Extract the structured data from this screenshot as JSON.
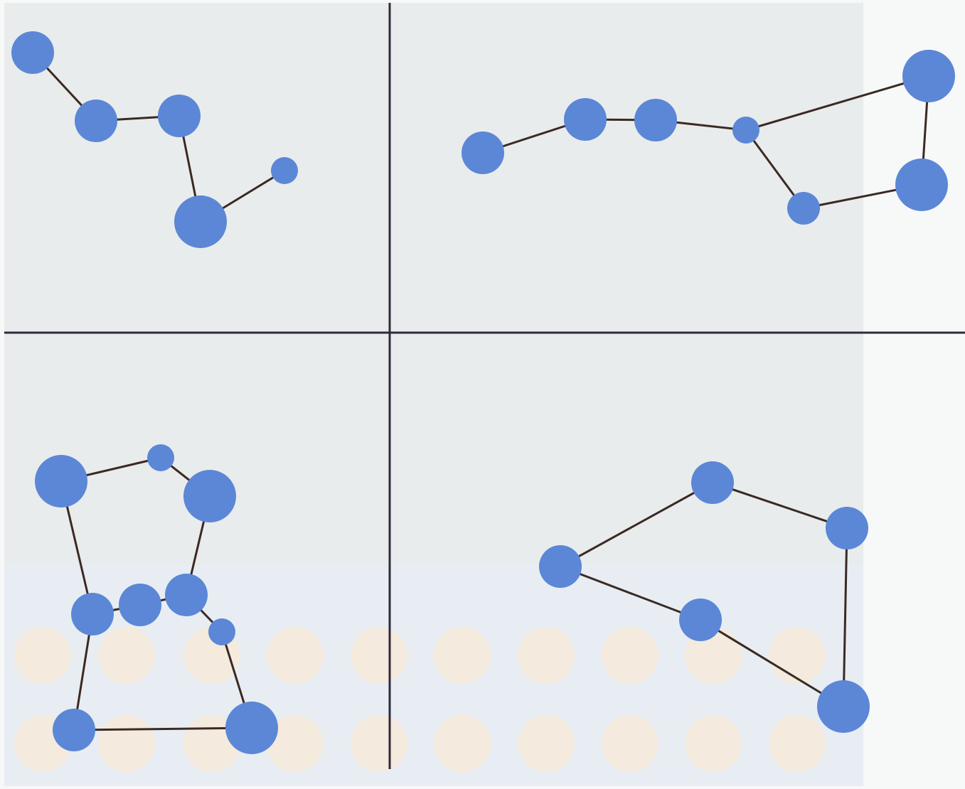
{
  "colors": {
    "paper": "#f7f8f8",
    "panel_tint": "#e9ecec",
    "blue_zone": "#e7edf2",
    "star": "#5b87d6",
    "line": "#3a2a24",
    "divider": "#2f2a3a",
    "dot": "#f6e9d9"
  },
  "constellations": [
    {
      "stars": [
        {
          "id": "s1",
          "size": "large"
        },
        {
          "id": "s2",
          "size": "large"
        },
        {
          "id": "s3",
          "size": "large"
        },
        {
          "id": "s4",
          "size": "xlarge"
        },
        {
          "id": "s5",
          "size": "small"
        }
      ],
      "links": [
        [
          "s1",
          "s2"
        ],
        [
          "s2",
          "s3"
        ],
        [
          "s3",
          "s4"
        ],
        [
          "s4",
          "s5"
        ]
      ]
    },
    {
      "stars": [
        {
          "id": "s1",
          "size": "large"
        },
        {
          "id": "s2",
          "size": "large"
        },
        {
          "id": "s3",
          "size": "large"
        },
        {
          "id": "s4",
          "size": "small"
        },
        {
          "id": "s5",
          "size": "xlarge"
        },
        {
          "id": "s6",
          "size": "xlarge"
        },
        {
          "id": "s7",
          "size": "medium"
        }
      ],
      "links": [
        [
          "s1",
          "s2"
        ],
        [
          "s2",
          "s3"
        ],
        [
          "s3",
          "s4"
        ],
        [
          "s4",
          "s5"
        ],
        [
          "s5",
          "s6"
        ],
        [
          "s6",
          "s7"
        ],
        [
          "s7",
          "s4"
        ]
      ]
    },
    {
      "stars": [
        {
          "id": "s1",
          "size": "xlarge"
        },
        {
          "id": "s2",
          "size": "small"
        },
        {
          "id": "s3",
          "size": "xlarge"
        },
        {
          "id": "s4",
          "size": "large"
        },
        {
          "id": "s5",
          "size": "large"
        },
        {
          "id": "s6",
          "size": "large"
        },
        {
          "id": "s7",
          "size": "small"
        },
        {
          "id": "s8",
          "size": "large"
        },
        {
          "id": "s9",
          "size": "xlarge"
        }
      ],
      "links": [
        [
          "s1",
          "s2"
        ],
        [
          "s2",
          "s3"
        ],
        [
          "s1",
          "s4"
        ],
        [
          "s3",
          "s6"
        ],
        [
          "s4",
          "s5"
        ],
        [
          "s5",
          "s6"
        ],
        [
          "s6",
          "s7"
        ],
        [
          "s4",
          "s8"
        ],
        [
          "s8",
          "s9"
        ],
        [
          "s7",
          "s9"
        ]
      ]
    },
    {
      "stars": [
        {
          "id": "s1",
          "size": "large"
        },
        {
          "id": "s2",
          "size": "large"
        },
        {
          "id": "s3",
          "size": "large"
        },
        {
          "id": "s4",
          "size": "large"
        },
        {
          "id": "s5",
          "size": "xlarge"
        }
      ],
      "links": [
        [
          "s1",
          "s2"
        ],
        [
          "s2",
          "s3"
        ],
        [
          "s3",
          "s5"
        ],
        [
          "s1",
          "s4"
        ],
        [
          "s4",
          "s5"
        ]
      ]
    }
  ]
}
